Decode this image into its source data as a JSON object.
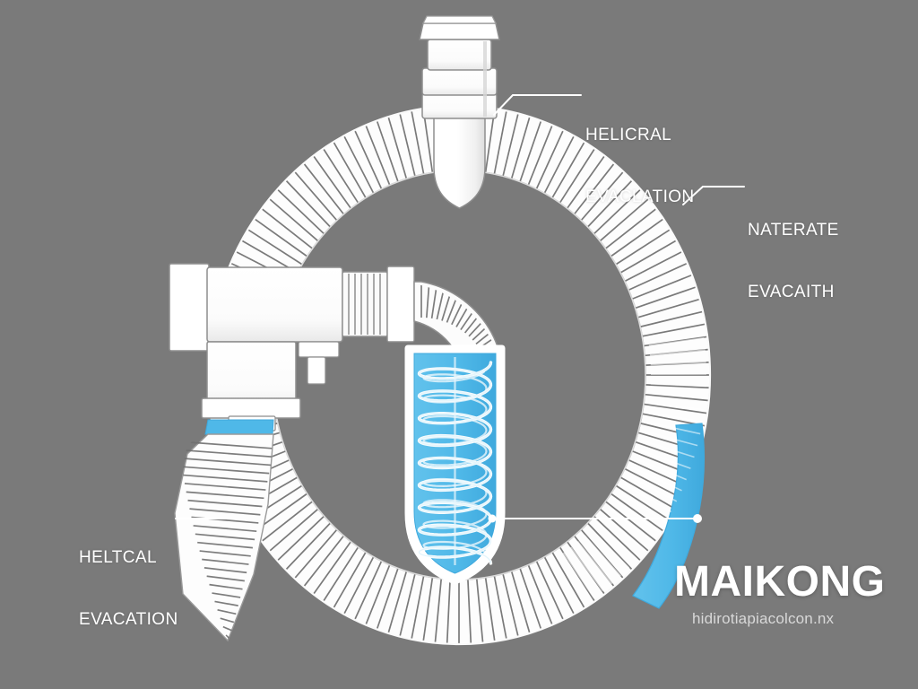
{
  "scene": {
    "background_color": "#7a7a7a",
    "ink_color": "#ffffff",
    "line_color": "#5b5b5b",
    "accent_blue": "#4fb8e8",
    "accent_blue_dark": "#3aa6da"
  },
  "labels": {
    "top_right": {
      "line1": "HELICRAL",
      "line2": "EVACLATION"
    },
    "right": {
      "line1": "NATERATE",
      "line2": "EVACAITH"
    },
    "bottom_left": {
      "line1": "HELTCAL",
      "line2": "EVACATION"
    }
  },
  "brand": {
    "name": "MAIKONG",
    "url": "hidirotiapiacolcon.nx"
  },
  "parts": {
    "top_fitting": "top-valve-fitting",
    "hose_ring": "corrugated-hose-ring",
    "pump_housing": "pump-motor-housing",
    "bellows": "flexible-bellows-connector",
    "coil_chamber": "helical-coil-chamber",
    "blue_flow_section": "blue-fluid-hose-section"
  },
  "chart_data": {
    "type": "diagram",
    "title": "",
    "annotations": [
      {
        "text": "HELICRAL EVACLATION",
        "target": "top-valve-fitting"
      },
      {
        "text": "NATERATE EVACAITH",
        "target": "corrugated-hose-ring"
      },
      {
        "text": "HELTCAL EVACATION",
        "target": "lower-left-hose"
      },
      {
        "text": "",
        "target": "blue-fluid-hose-section"
      }
    ]
  }
}
